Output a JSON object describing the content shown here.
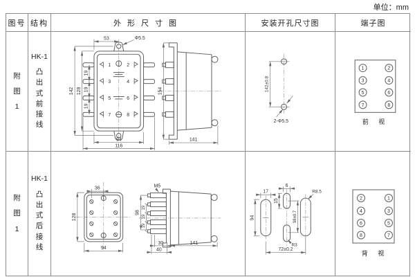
{
  "unit_label": "单位：mm",
  "headers": [
    "图号",
    "结构",
    "外形尺寸图",
    "安装开孔尺寸图",
    "端子图"
  ],
  "rows": [
    {
      "figure_no": "附\n图\n1",
      "model": "HK-1",
      "structure": "凸\n出\n式\n前\n接\n线",
      "outline": {
        "w_top": "53",
        "hole": "Φ5.5",
        "h_total": "142",
        "h_body": "128",
        "pitch": [
          "19",
          "19",
          "19"
        ],
        "w_body": "94",
        "w_total": "116",
        "side_h": "154",
        "side_d": "141",
        "terms": [
          "1",
          "2",
          "3",
          "4",
          "5",
          "6",
          "7",
          "8"
        ]
      },
      "mounting": {
        "pitch": "142±0.8",
        "holes": "2-Φ5.5"
      },
      "terminal": {
        "left": [
          "1",
          "3",
          "5",
          "7"
        ],
        "right": [
          "2",
          "4",
          "6",
          "8"
        ],
        "view": "前 视"
      }
    },
    {
      "figure_no": "附\n图\n1",
      "model": "HK-1",
      "structure": "凸\n出\n式\n后\n接\n线",
      "outline": {
        "w_top": "36",
        "h_body": "128",
        "w_body": "94",
        "thread": "M5",
        "stud_h": "98",
        "pitch": [
          "19",
          "19",
          "19"
        ],
        "d_30": "30",
        "d_40": "40",
        "side_d": "141"
      },
      "mounting": {
        "slot_w": "17",
        "slot_h": "94",
        "cslot_w": "6",
        "cslot_h": "15",
        "cpitch": "98±0.7",
        "r_slot": "R8.5",
        "r_cslot": "R3",
        "span": "72±0.2"
      },
      "terminal": {
        "left": [
          "2",
          "4",
          "6",
          "8"
        ],
        "right": [
          "1",
          "3",
          "5",
          "7"
        ],
        "view": "背 视"
      }
    }
  ]
}
